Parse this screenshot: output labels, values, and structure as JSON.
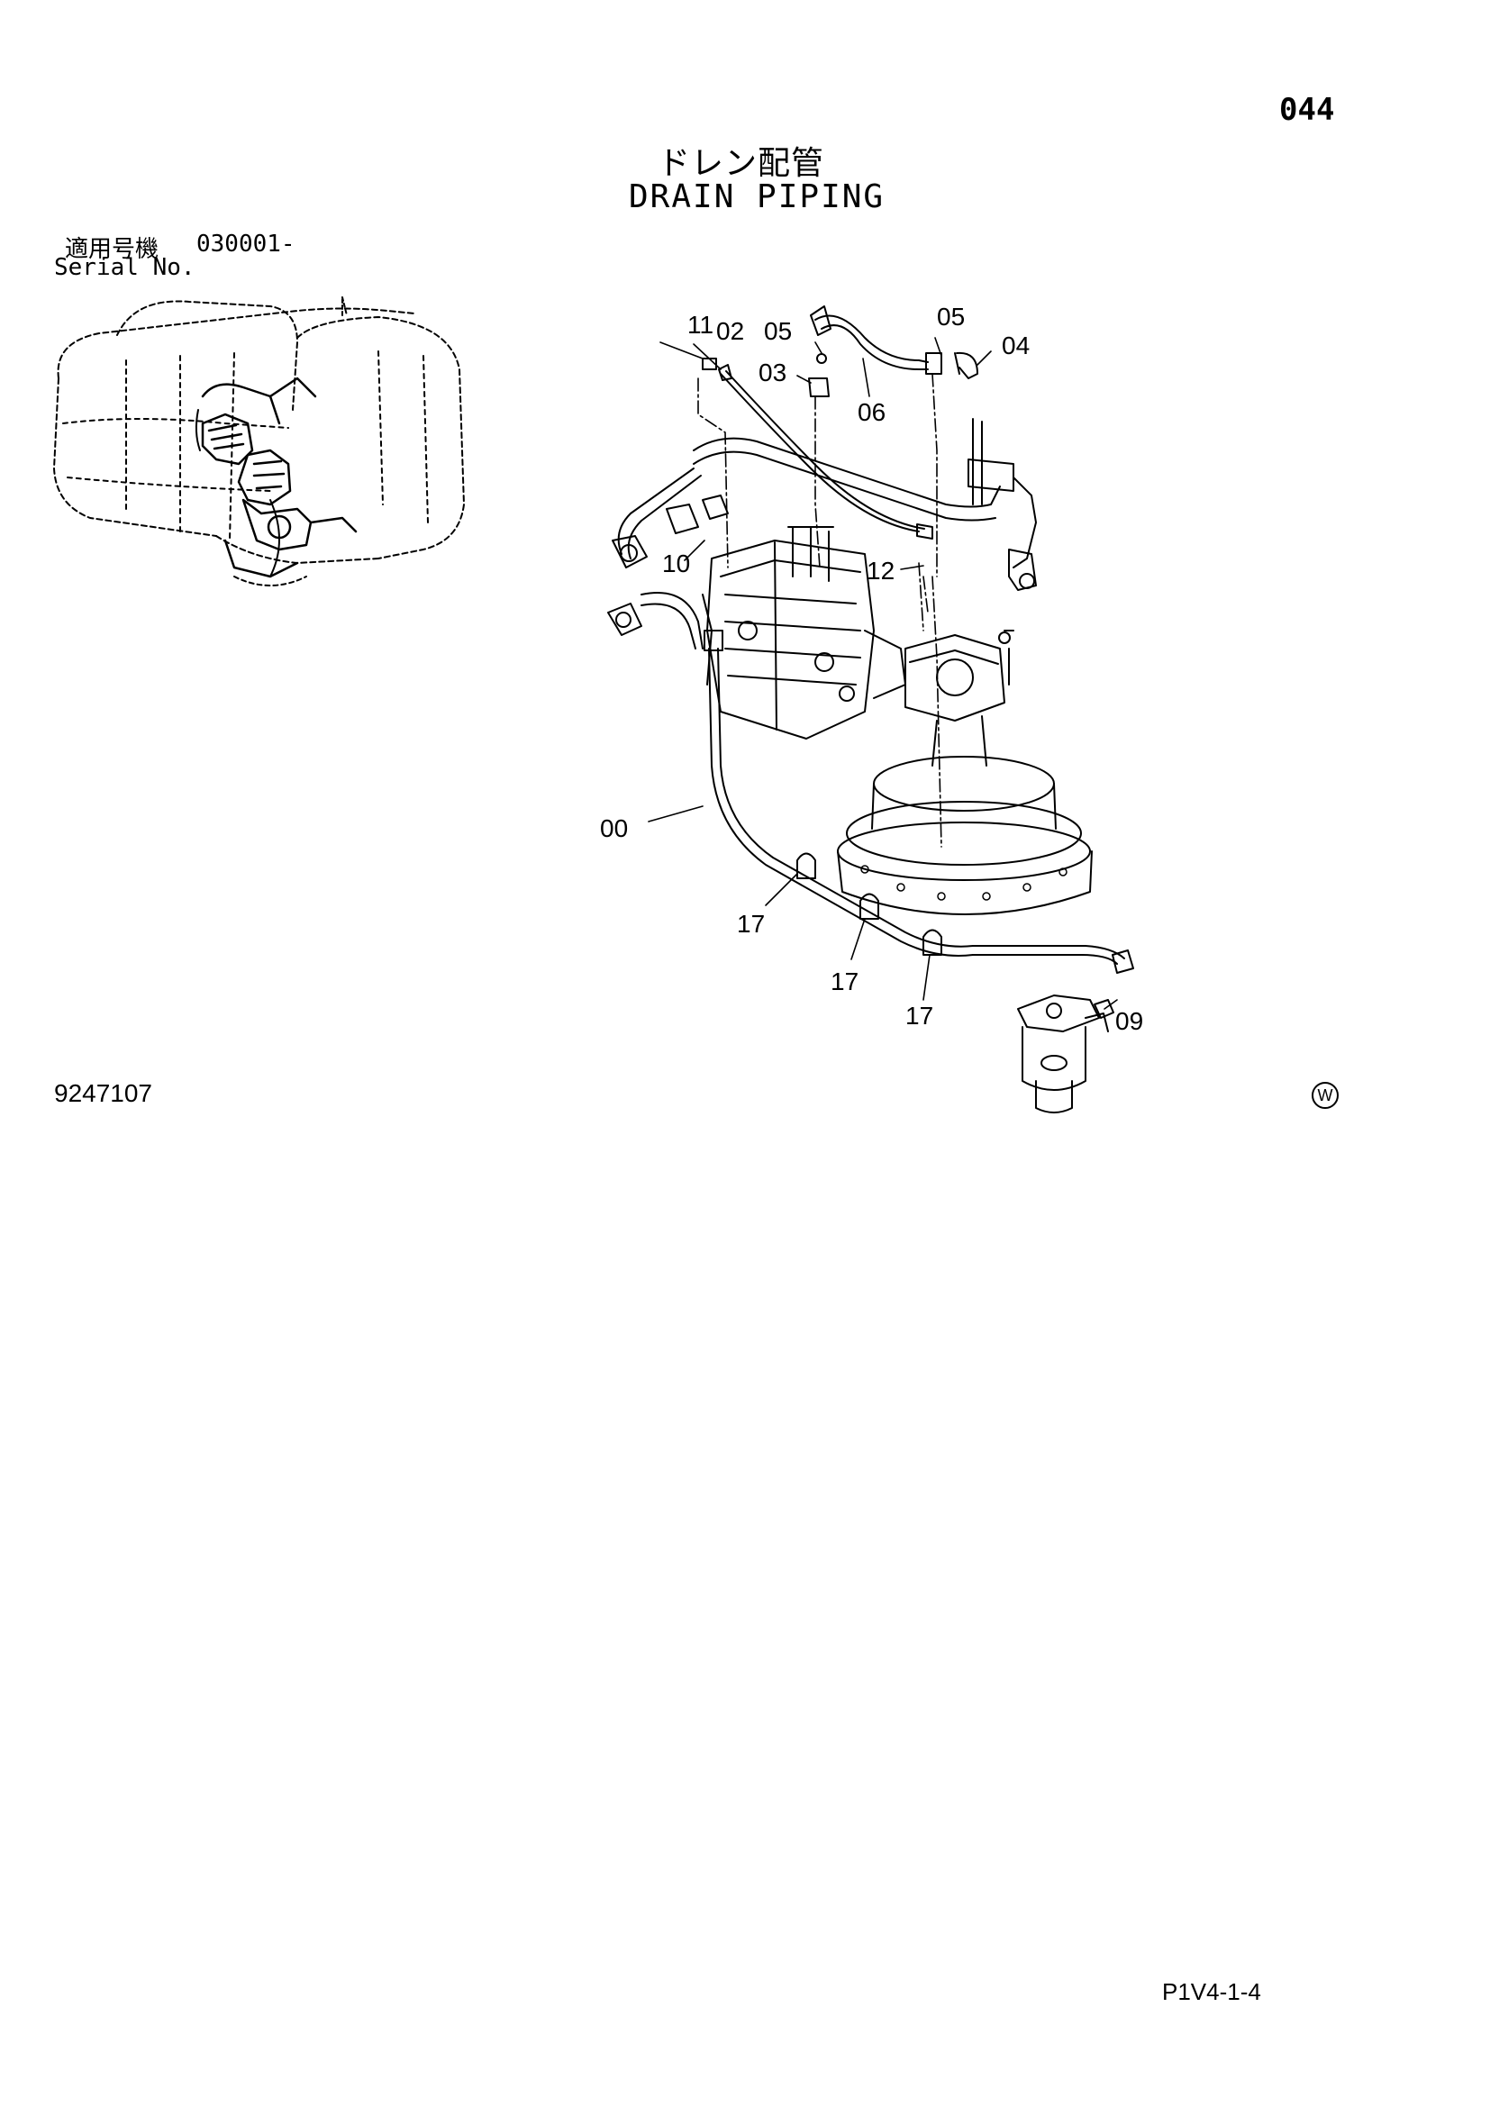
{
  "page": {
    "number": "044",
    "title_jp": "ドレン配管",
    "title_en": "DRAIN PIPING",
    "serial_label_jp": "適用号機",
    "serial_value": "030001-",
    "serial_label_en": "Serial No.",
    "drawing_number": "9247107",
    "watermark": "W",
    "page_code": "P1V4-1-4"
  },
  "callouts": [
    {
      "id": "c11",
      "label": "11"
    },
    {
      "id": "c02",
      "label": "02"
    },
    {
      "id": "c05a",
      "label": "05"
    },
    {
      "id": "c03",
      "label": "03"
    },
    {
      "id": "c05b",
      "label": "05"
    },
    {
      "id": "c04",
      "label": "04"
    },
    {
      "id": "c06",
      "label": "06"
    },
    {
      "id": "c10",
      "label": "10"
    },
    {
      "id": "c12",
      "label": "12"
    },
    {
      "id": "c00",
      "label": "00"
    },
    {
      "id": "c17a",
      "label": "17"
    },
    {
      "id": "c17b",
      "label": "17"
    },
    {
      "id": "c17c",
      "label": "17"
    },
    {
      "id": "c09",
      "label": "09"
    }
  ]
}
